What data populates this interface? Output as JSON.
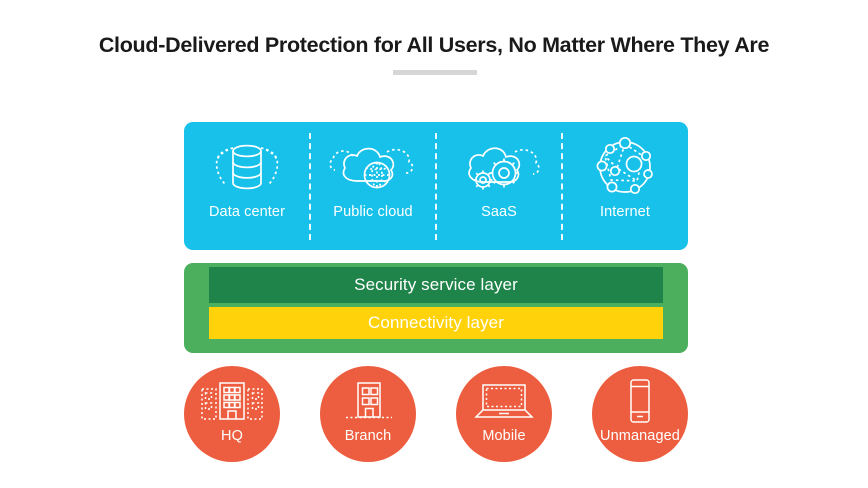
{
  "title": "Cloud-Delivered Protection for All Users, No Matter Where They Are",
  "colors": {
    "destinations_panel": "#17c1ea",
    "layers_panel": "#4caf5e",
    "security_layer": "#1e8449",
    "connectivity_layer": "#ffd20a",
    "endpoint_circle": "#ec5e3f",
    "title_text": "#1a1a1a",
    "title_rule": "#d6d6d6"
  },
  "destinations": {
    "items": [
      {
        "label": "Data center",
        "icon": "database-icon"
      },
      {
        "label": "Public cloud",
        "icon": "cloud-globe-icon"
      },
      {
        "label": "SaaS",
        "icon": "cloud-gears-icon"
      },
      {
        "label": "Internet",
        "icon": "network-nodes-icon"
      }
    ]
  },
  "layers": {
    "security": "Security service layer",
    "connectivity": "Connectivity layer"
  },
  "endpoints": {
    "items": [
      {
        "label": "HQ",
        "icon": "office-buildings-icon"
      },
      {
        "label": "Branch",
        "icon": "small-building-icon"
      },
      {
        "label": "Mobile",
        "icon": "laptop-icon"
      },
      {
        "label": "Unmanaged",
        "icon": "smartphone-icon"
      }
    ]
  }
}
